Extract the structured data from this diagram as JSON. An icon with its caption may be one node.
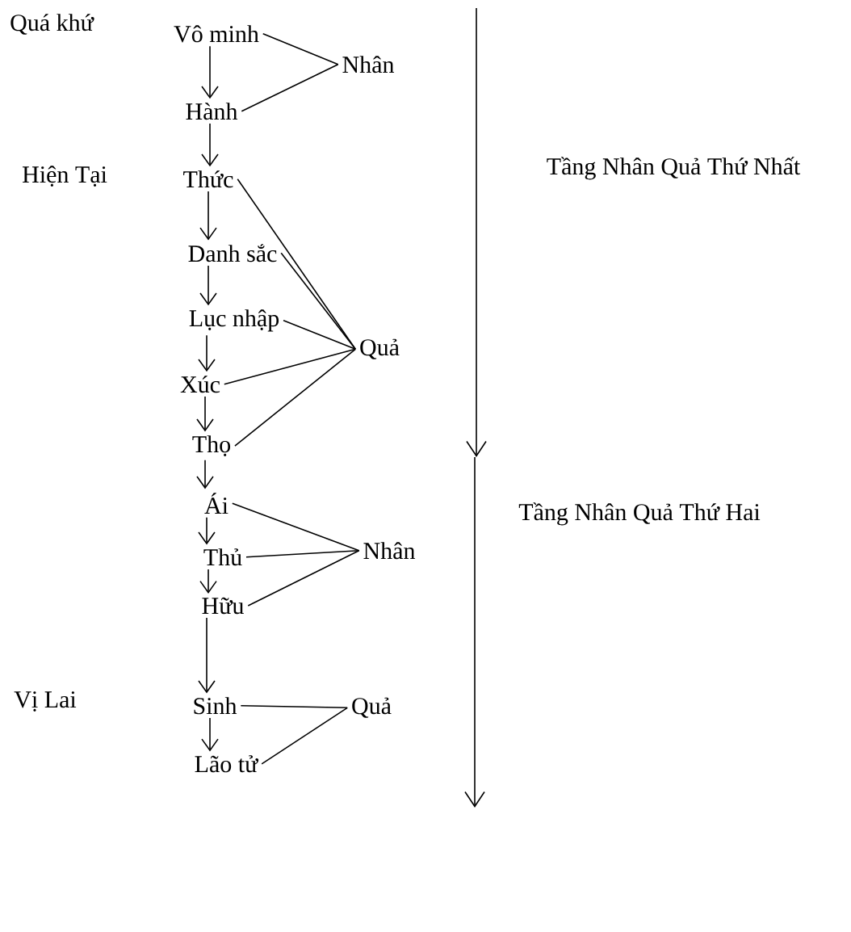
{
  "diagram": {
    "nodes": [
      {
        "text": [
          "Vô minh"
        ]
      },
      {
        "text": [
          "Nhân"
        ]
      },
      {
        "text": [
          "Hành"
        ]
      },
      {
        "text": [
          "Thức"
        ]
      },
      {
        "text": [
          "Danh sắc"
        ]
      },
      {
        "text": [
          "Lục nhập"
        ]
      },
      {
        "text": [
          "Quả"
        ]
      },
      {
        "text": [
          "Xúc"
        ]
      },
      {
        "text": [
          "Thọ"
        ]
      },
      {
        "text": [
          "Ái"
        ]
      },
      {
        "text": [
          "Nhân"
        ]
      },
      {
        "text": [
          "Thủ"
        ]
      },
      {
        "text": [
          "Hữu"
        ]
      },
      {
        "text": [
          "Sinh"
        ]
      },
      {
        "text": [
          "Quả"
        ]
      },
      {
        "text": [
          "Lão tử"
        ]
      }
    ],
    "edges": [
      {
        "from": 0,
        "to": 2,
        "arrow": "to"
      },
      {
        "from": 2,
        "to": 3,
        "arrow": "to"
      },
      {
        "from": 3,
        "to": 4,
        "arrow": "to"
      },
      {
        "from": 4,
        "to": 5,
        "arrow": "to"
      },
      {
        "from": 5,
        "to": 7,
        "arrow": "to"
      },
      {
        "from": 7,
        "to": 8,
        "arrow": "to"
      },
      {
        "from": 8,
        "to": 9,
        "arrow": "to"
      },
      {
        "from": 9,
        "to": 11,
        "arrow": "to"
      },
      {
        "from": 11,
        "to": 12,
        "arrow": "to"
      },
      {
        "from": 12,
        "to": 13,
        "arrow": "to"
      },
      {
        "from": 13,
        "to": 15,
        "arrow": "to"
      },
      {
        "from": 0,
        "to": 1,
        "arrow": "none"
      },
      {
        "from": 2,
        "to": 1,
        "arrow": "none"
      },
      {
        "from": 3,
        "to": 6,
        "arrow": "none"
      },
      {
        "from": 4,
        "to": 6,
        "arrow": "none"
      },
      {
        "from": 5,
        "to": 6,
        "arrow": "none"
      },
      {
        "from": 7,
        "to": 6,
        "arrow": "none"
      },
      {
        "from": 8,
        "to": 6,
        "arrow": "none"
      },
      {
        "from": 9,
        "to": 10,
        "arrow": "none"
      },
      {
        "from": 11,
        "to": 10,
        "arrow": "none"
      },
      {
        "from": 12,
        "to": 10,
        "arrow": "none"
      },
      {
        "from": 13,
        "to": 14,
        "arrow": "none"
      },
      {
        "from": 15,
        "to": 14,
        "arrow": "none"
      }
    ],
    "labels": [
      "Quá khứ",
      "Hiện Tại",
      "Tầng Nhân Quả Thứ Nhất",
      "Tầng Nhân Quả Thứ Hai",
      "Vị Lai"
    ]
  }
}
